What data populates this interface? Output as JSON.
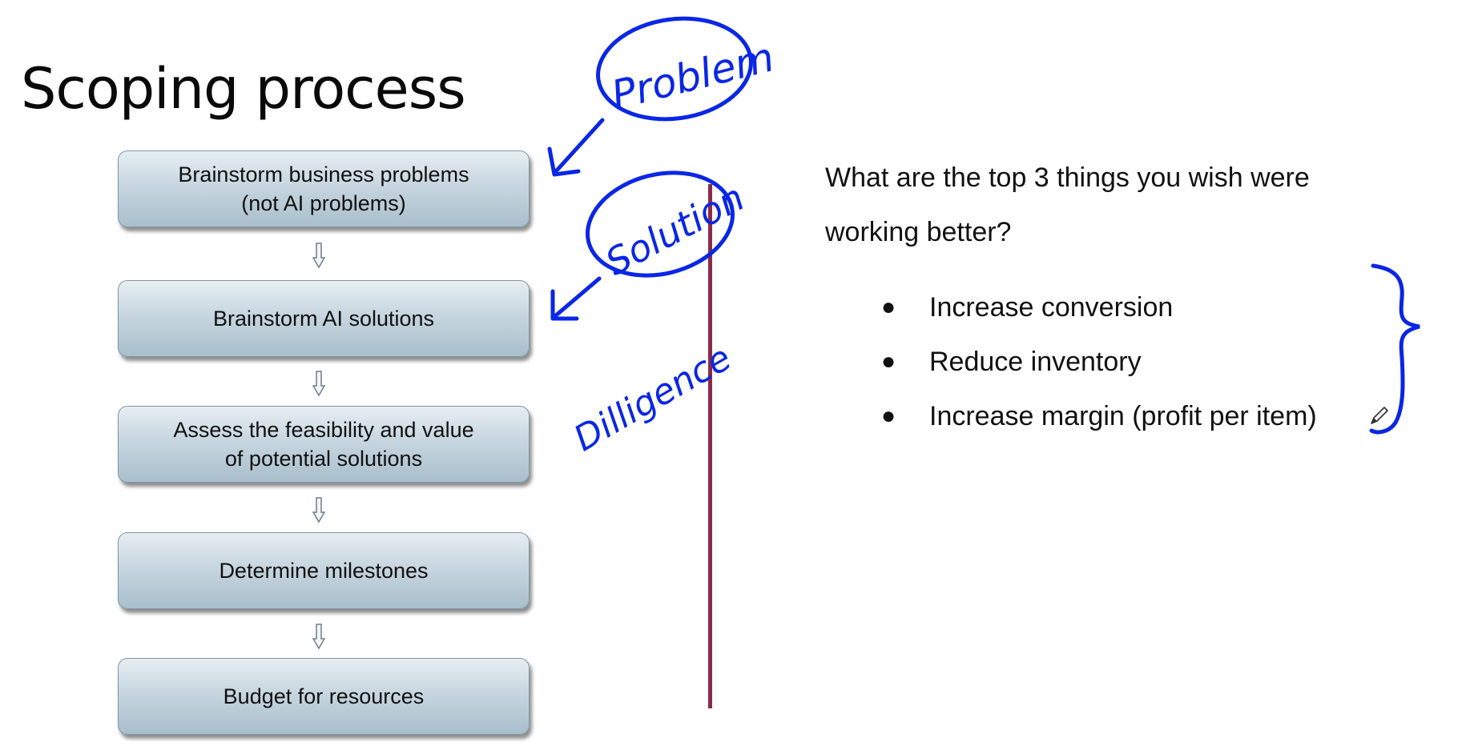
{
  "slide": {
    "title": "Scoping process"
  },
  "process_steps": [
    {
      "label": "Brainstorm business problems\n(not AI problems)"
    },
    {
      "label": "Brainstorm AI solutions"
    },
    {
      "label": "Assess the feasibility and value\nof potential solutions"
    },
    {
      "label": "Determine milestones"
    },
    {
      "label": "Budget for resources"
    }
  ],
  "question": {
    "text": "What are the top 3 things you wish were working better?"
  },
  "answers": [
    {
      "bullet": "●",
      "text": "Increase conversion"
    },
    {
      "bullet": "●",
      "text": "Reduce inventory"
    },
    {
      "bullet": "●",
      "text": "Increase margin (profit per item)"
    }
  ],
  "annotations": {
    "problem": "Problem",
    "solution": "Solution",
    "diligence": "Dilligence",
    "ink_color": "#0a26e6",
    "divider_color": "#8a2b4a"
  }
}
